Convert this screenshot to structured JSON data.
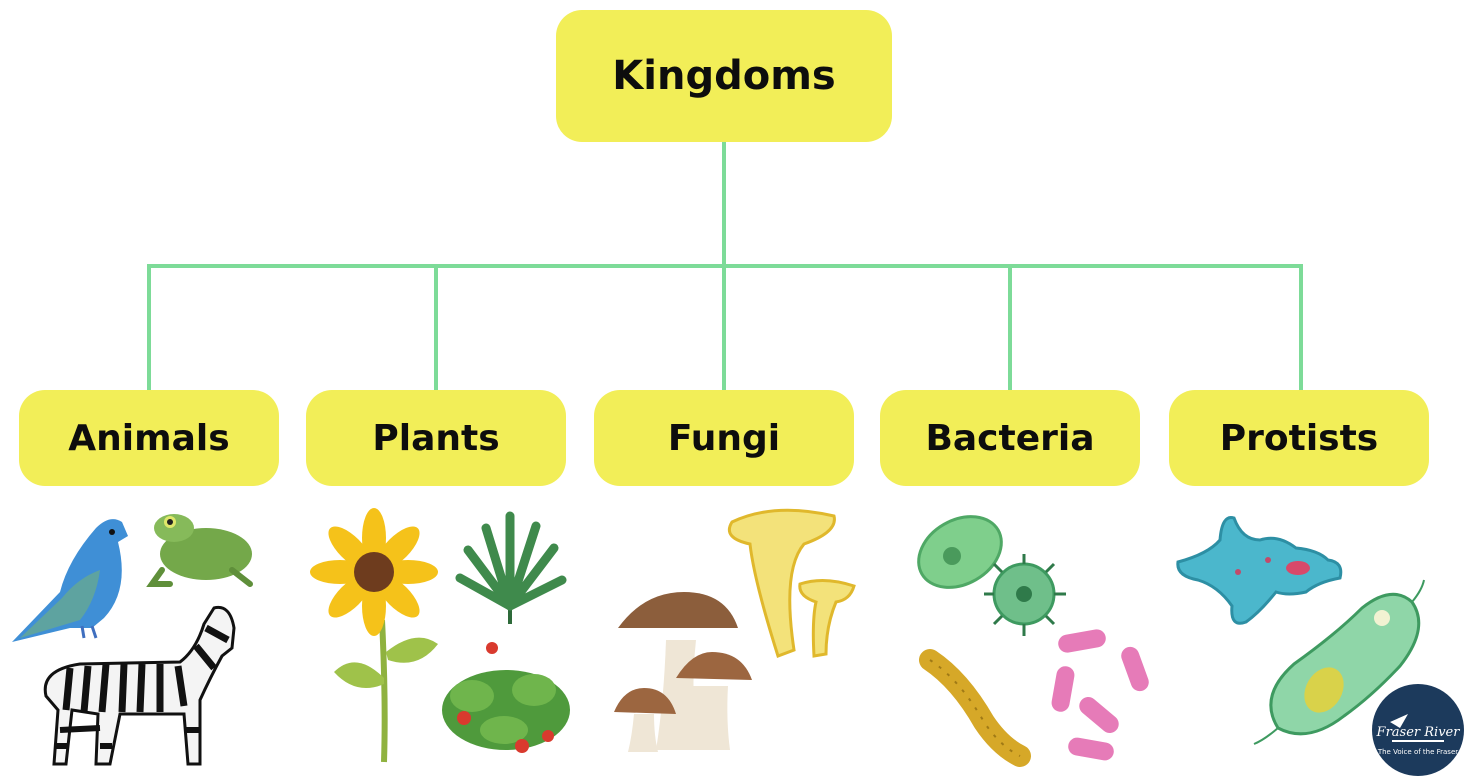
{
  "diagram": {
    "root": {
      "label": "Kingdoms"
    },
    "children": [
      {
        "label": "Animals",
        "illustrations": [
          "bird-icon",
          "frog-icon",
          "zebra-icon"
        ]
      },
      {
        "label": "Plants",
        "illustrations": [
          "sunflower-icon",
          "palm-leaf-icon",
          "strawberry-plant-icon"
        ]
      },
      {
        "label": "Fungi",
        "illustrations": [
          "mushroom-icon",
          "chanterelle-icon"
        ]
      },
      {
        "label": "Bacteria",
        "illustrations": [
          "coccus-bacteria-icon",
          "bacillus-bacteria-icon",
          "pink-bacteria-icon"
        ]
      },
      {
        "label": "Protists",
        "illustrations": [
          "amoeba-icon",
          "paramecium-icon"
        ]
      }
    ],
    "colors": {
      "node_fill": "#f2ee58",
      "connector": "#7ddb98",
      "text": "#0d0d0d"
    }
  },
  "logo": {
    "text": "Fraser River",
    "tagline": "The Voice of the Fraser"
  }
}
